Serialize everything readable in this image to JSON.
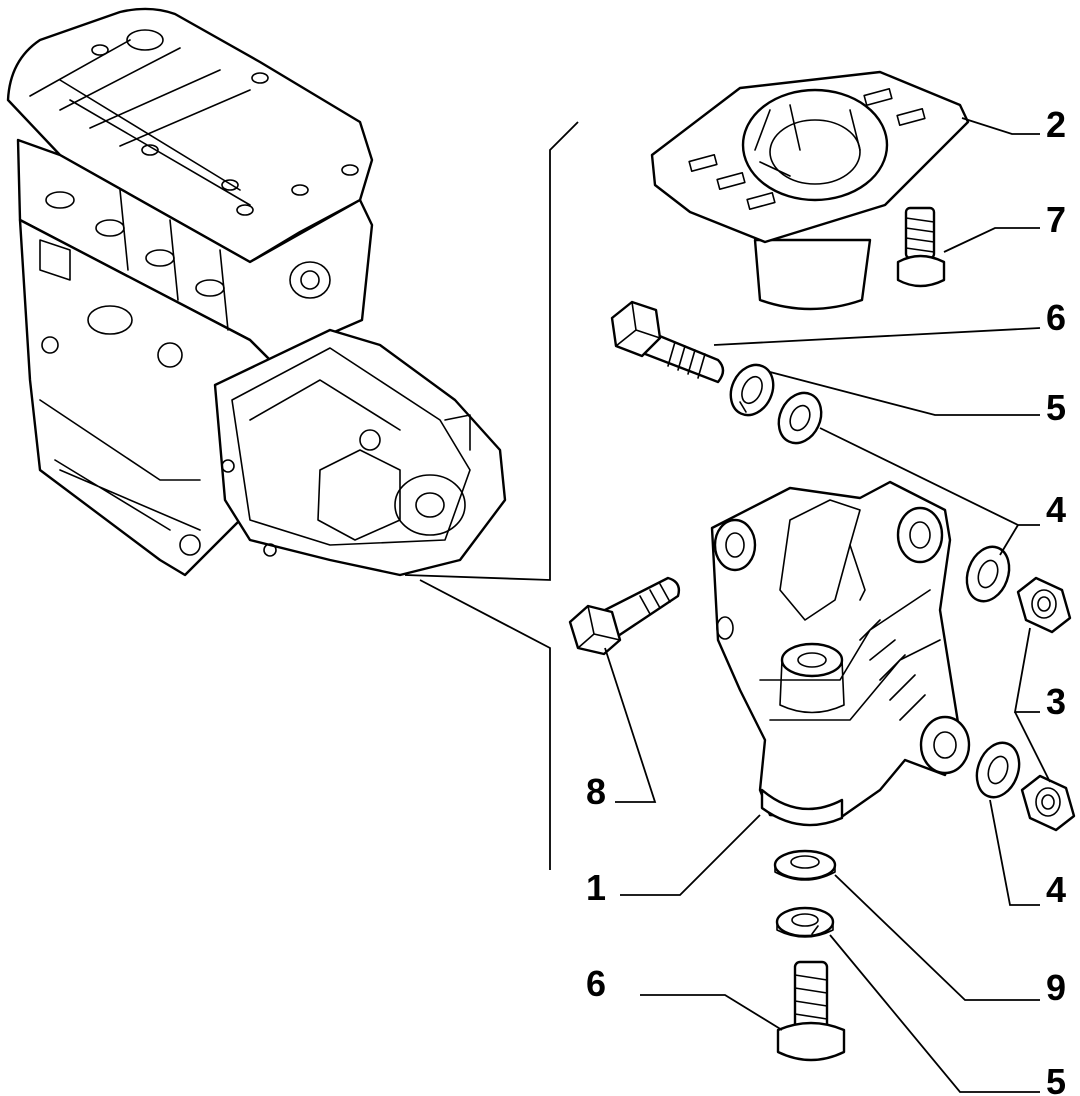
{
  "callouts": [
    {
      "id": "c1",
      "label": "1"
    },
    {
      "id": "c2",
      "label": "2"
    },
    {
      "id": "c3",
      "label": "3"
    },
    {
      "id": "c4a",
      "label": "4"
    },
    {
      "id": "c4b",
      "label": "4"
    },
    {
      "id": "c5a",
      "label": "5"
    },
    {
      "id": "c5b",
      "label": "5"
    },
    {
      "id": "c6a",
      "label": "6"
    },
    {
      "id": "c6b",
      "label": "6"
    },
    {
      "id": "c7",
      "label": "7"
    },
    {
      "id": "c8",
      "label": "8"
    },
    {
      "id": "c9",
      "label": "9"
    }
  ]
}
